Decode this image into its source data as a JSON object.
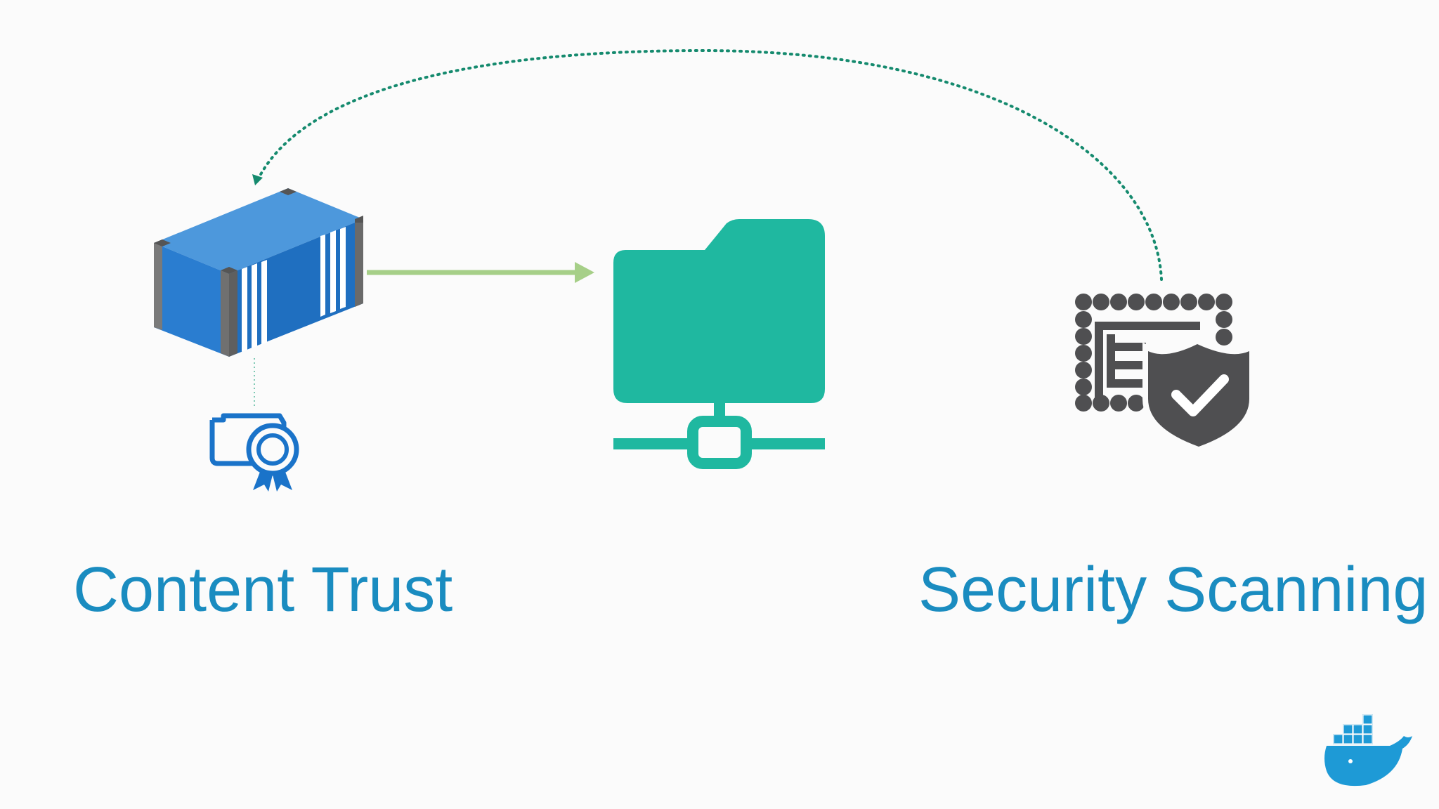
{
  "slide": {
    "background": "#fbfbfb"
  },
  "nodes": {
    "container": {
      "icon": "shipping-container-icon",
      "color": "#2a7dd0"
    },
    "certificate": {
      "icon": "certificate-ribbon-icon",
      "color": "#1a73c9"
    },
    "registry": {
      "icon": "network-folder-icon",
      "color": "#1fb8a0"
    },
    "scanner": {
      "icon": "document-shield-check-icon",
      "color": "#4f4f51"
    },
    "brand": {
      "icon": "docker-whale-logo",
      "color": "#1e9ad6"
    }
  },
  "edges": [
    {
      "from": "container",
      "to": "registry",
      "style": "solid",
      "color": "#a6cf88"
    },
    {
      "from": "scanner",
      "to": "container",
      "style": "dotted",
      "color": "#158a6e"
    },
    {
      "from": "container",
      "to": "certificate",
      "style": "dotted",
      "color": "#7ec9b4"
    }
  ],
  "labels": {
    "content_trust": "Content Trust",
    "security_scanning": "Security Scanning",
    "color": "#1a8cc0"
  }
}
